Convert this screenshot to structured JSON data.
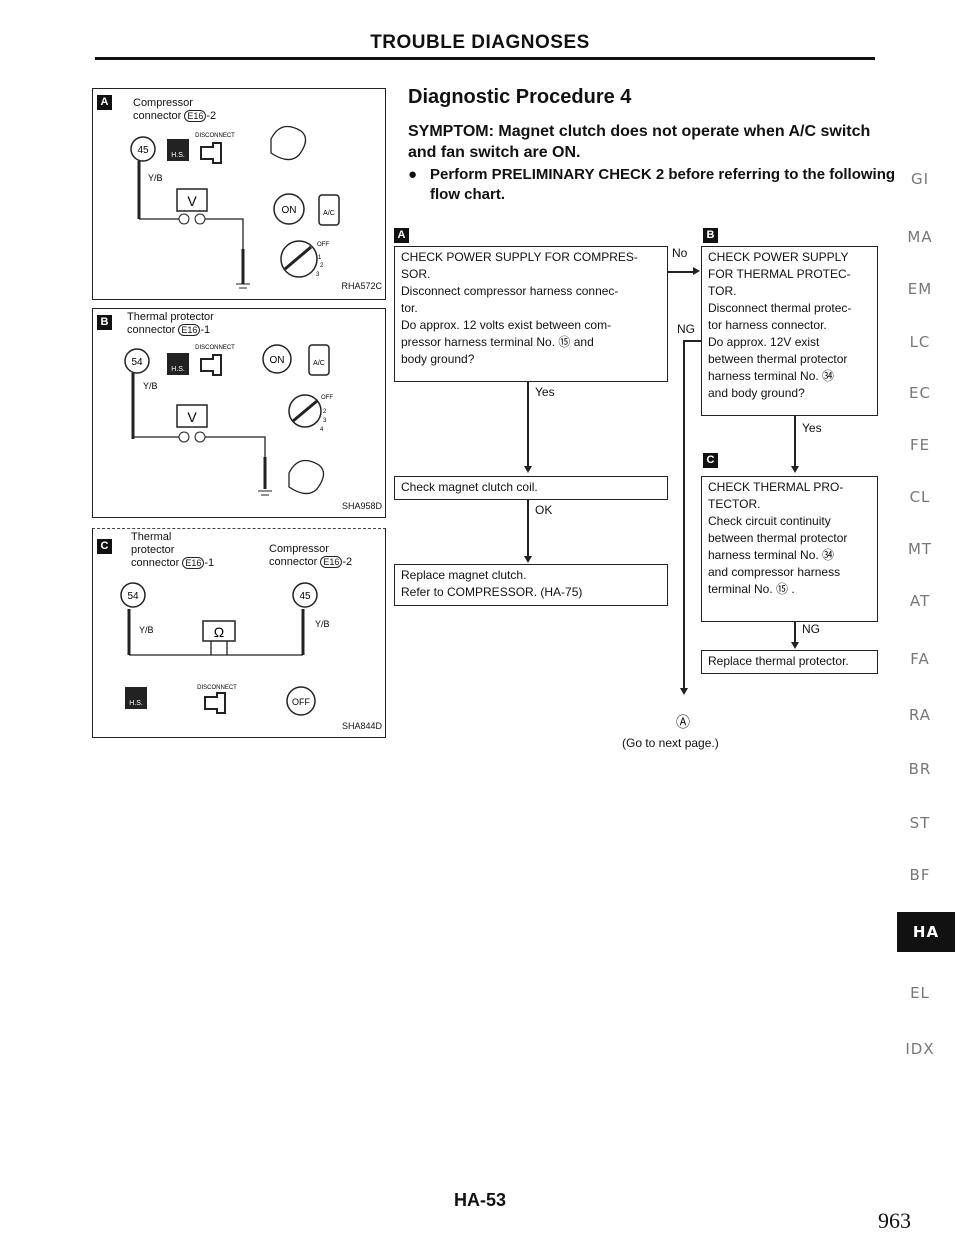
{
  "header": {
    "title": "TROUBLE DIAGNOSES"
  },
  "diagrams": {
    "a": {
      "letter": "A",
      "connector_line1": "Compressor",
      "connector_line2": "connector",
      "connector_code": "E16",
      "connector_suffix": "-2",
      "terminal": "45",
      "wire": "Y/B",
      "disconnect": "DISCONNECT",
      "hs": "H.S.",
      "meter": "V",
      "on_label": "ON",
      "ac_label": "A/C",
      "off_label": "OFF",
      "ref": "RHA572C"
    },
    "b": {
      "letter": "B",
      "connector_line1": "Thermal protector",
      "connector_line2": "connector",
      "connector_code": "E16",
      "connector_suffix": "-1",
      "terminal": "54",
      "wire": "Y/B",
      "disconnect": "DISCONNECT",
      "hs": "H.S.",
      "meter": "V",
      "on_label": "ON",
      "ac_label": "A/C",
      "off_label": "OFF",
      "ref": "SHA958D"
    },
    "c": {
      "letter": "C",
      "left_line1": "Thermal",
      "left_line2": "protector",
      "left_line3": "connector",
      "left_code": "E16",
      "left_suffix": "-1",
      "right_line1": "Compressor",
      "right_line2": "connector",
      "right_code": "E16",
      "right_suffix": "-2",
      "terminal_left": "54",
      "terminal_right": "45",
      "wire_left": "Y/B",
      "wire_right": "Y/B",
      "meter": "Ω",
      "disconnect": "DISCONNECT",
      "hs": "H.S.",
      "off_label": "OFF",
      "ref": "SHA844D"
    }
  },
  "procedure": {
    "title": "Diagnostic Procedure 4",
    "symptom": "SYMPTOM: Magnet clutch does not operate when A/C switch and fan switch are ON.",
    "bullet": "Perform PRELIMINARY CHECK 2 before referring to the following flow chart."
  },
  "flow": {
    "label_a": "A",
    "label_b": "B",
    "label_c": "C",
    "box_a": "CHECK POWER SUPPLY FOR COMPRES-SOR. Disconnect compressor harness connec-tor. Do approx. 12 volts exist between com-pressor harness terminal No. ⑮ and body ground?",
    "box_a_lines": [
      "CHECK POWER SUPPLY FOR COMPRES-",
      "SOR.",
      "Disconnect compressor harness connec-",
      "tor.",
      "Do approx. 12 volts exist between com-",
      "pressor harness terminal No. ⑮ and",
      "body ground?"
    ],
    "box_b_lines": [
      "CHECK POWER SUPPLY",
      "FOR THERMAL PROTEC-",
      "TOR.",
      "Disconnect thermal protec-",
      "tor harness connector.",
      "Do approx. 12V exist",
      "between thermal protector",
      "harness terminal No. ㉞",
      "and body ground?"
    ],
    "box_check_coil": "Check magnet clutch coil.",
    "box_replace_lines": [
      "Replace magnet clutch.",
      "Refer to COMPRESSOR. (HA-75)"
    ],
    "box_c_lines": [
      "CHECK THERMAL PRO-",
      "TECTOR.",
      "Check circuit continuity",
      "between thermal protector",
      "harness terminal No. ㉞",
      "and compressor harness",
      "terminal No. ⑮ ."
    ],
    "box_replace_thermal": "Replace thermal protector.",
    "no": "No",
    "ng1": "NG",
    "yes1": "Yes",
    "ok": "OK",
    "yes2": "Yes",
    "ng2": "NG",
    "goto_marker": "Ⓐ",
    "goto_text": "(Go to next page.)"
  },
  "side_tabs": [
    "GI",
    "MA",
    "EM",
    "LC",
    "EC",
    "FE",
    "CL",
    "MT",
    "AT",
    "FA",
    "RA",
    "BR",
    "ST",
    "BF",
    "HA",
    "EL",
    "IDX"
  ],
  "active_tab": "HA",
  "footer": {
    "page": "HA-53",
    "number": "963"
  }
}
